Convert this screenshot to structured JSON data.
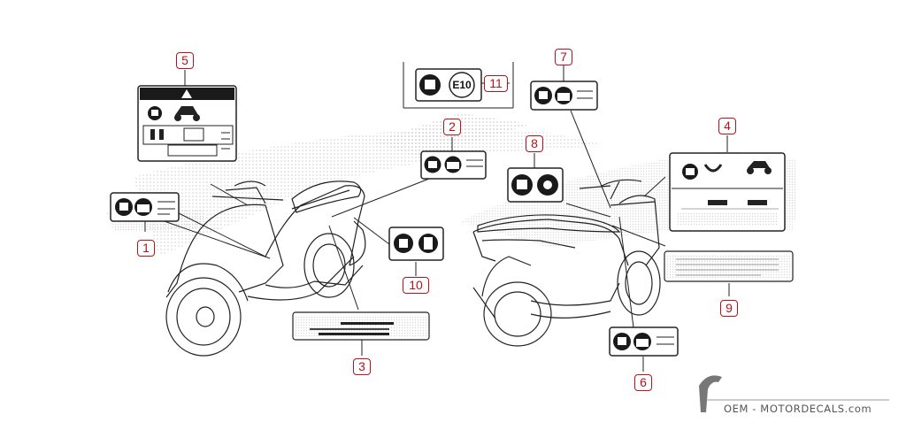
{
  "callouts": {
    "n1": "1",
    "n2": "2",
    "n3": "3",
    "n4": "4",
    "n5": "5",
    "n6": "6",
    "n7": "7",
    "n8": "8",
    "n9": "9",
    "n10": "10",
    "n11": "11"
  },
  "label_11": {
    "fuel_text": "E10"
  },
  "watermark": {
    "text": "OEM - MOTORDECALS.com"
  },
  "colors": {
    "callout": "#b5121b",
    "line": "#222222",
    "watermark_dots": "#d0d0d0"
  },
  "icons": [
    "manual-icon",
    "toolbox-icon",
    "warning-icon",
    "motorcycle-icon",
    "rider-icon",
    "helmet-icon",
    "logo-helmet-icon"
  ]
}
